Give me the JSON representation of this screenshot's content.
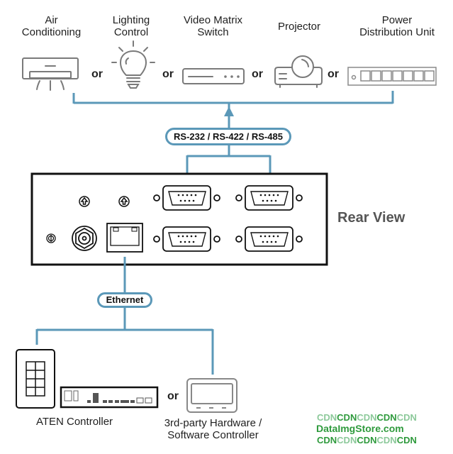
{
  "devices": [
    {
      "id": "air-conditioning",
      "label_line1": "Air",
      "label_line2": "Conditioning",
      "icon": "air-conditioner-icon"
    },
    {
      "id": "lighting-control",
      "label_line1": "Lighting",
      "label_line2": "Control",
      "icon": "light-bulb-icon"
    },
    {
      "id": "video-matrix-switch",
      "label_line1": "Video Matrix",
      "label_line2": "Switch",
      "icon": "video-matrix-switch-icon"
    },
    {
      "id": "projector",
      "label_line1": "Projector",
      "label_line2": "",
      "icon": "projector-icon"
    },
    {
      "id": "pdu",
      "label_line1": "Power",
      "label_line2": "Distribution Unit",
      "icon": "pdu-icon"
    }
  ],
  "separator": "or",
  "serial_label": "RS-232 / RS-422 / RS-485",
  "rear_view_label": "Rear View",
  "ethernet_label": "Ethernet",
  "controllers": {
    "aten": "ATEN Controller",
    "third_party_line1": "3rd-party Hardware /",
    "third_party_line2": "Software Controller"
  },
  "colors": {
    "connector_line": "#5b98b8",
    "icon_stroke": "#7a7a7a",
    "device_outline": "#111111"
  },
  "watermark": {
    "row1": [
      "CDN",
      "CDN",
      "CDN",
      "CDN",
      "CDN"
    ],
    "site": "DataImgStore.com",
    "row3": [
      "CDN",
      "CDN",
      "CDN",
      "CDN",
      "CDN"
    ]
  }
}
